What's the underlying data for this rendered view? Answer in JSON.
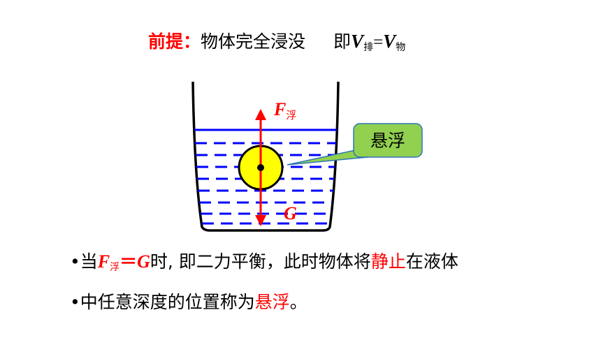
{
  "premise": {
    "label": "前提：",
    "text": "物体完全浸没",
    "equivalence_prefix": "即",
    "v_symbol_1": "V",
    "v_sub_1": "排",
    "equals": "=",
    "v_symbol_2": "V",
    "v_sub_2": "物"
  },
  "diagram": {
    "buoyancy_symbol": "F",
    "buoyancy_sub": "浮",
    "gravity_symbol": "G",
    "callout_label": "悬浮",
    "colors": {
      "water": "#0000ff",
      "ball_fill": "#ffff00",
      "arrow": "#ff0000",
      "callout_fill": "#92d050"
    }
  },
  "text": {
    "line1": {
      "bullet": "•",
      "prefix": "当",
      "f_symbol": "F",
      "f_sub": "浮",
      "equals": "＝",
      "g_symbol": "G",
      "middle": "时, 即二力平衡，此时物体将",
      "highlight": "静止",
      "suffix": "在液体"
    },
    "line2": {
      "bullet": "•",
      "prefix": "中任意深度的位置称为",
      "highlight": "悬浮",
      "suffix": "。"
    }
  }
}
